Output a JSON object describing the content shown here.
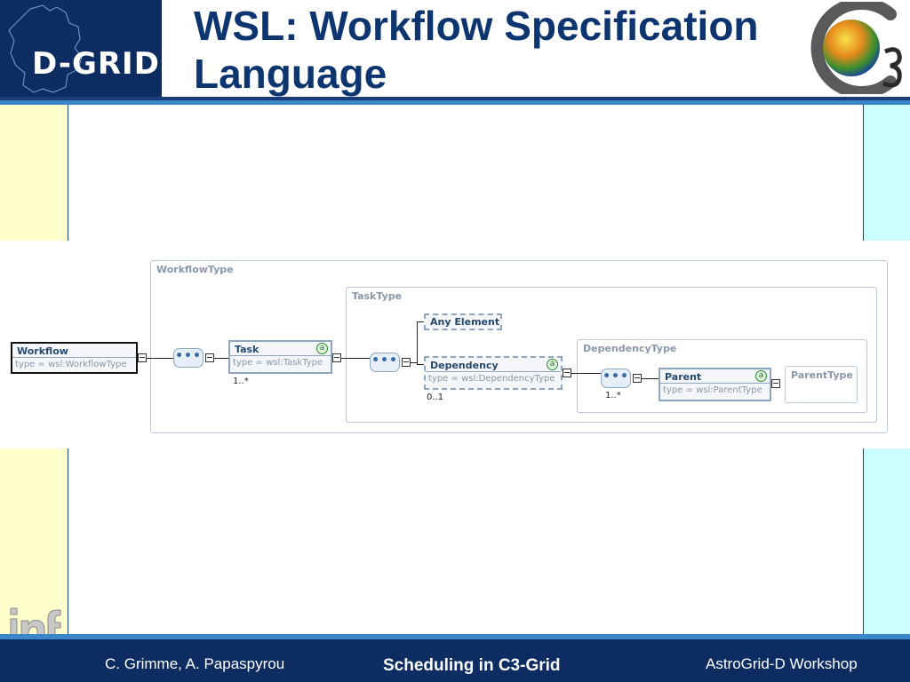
{
  "slide": {
    "title": "WSL: Workflow Specification Language",
    "logo_left_text": "D-GRID"
  },
  "diagram": {
    "groups": {
      "workflow_type": "WorkflowType",
      "task_type": "TaskType",
      "dependency_type": "DependencyType",
      "parent_type": "ParentType"
    },
    "elements": {
      "workflow": {
        "name": "Workflow",
        "type": "type = wsl:WorkflowType"
      },
      "task": {
        "name": "Task",
        "type": "type = wsl:TaskType",
        "multiplicity": "1..*"
      },
      "any_element": {
        "name": "Any Element"
      },
      "dependency": {
        "name": "Dependency",
        "type": "type = wsl:DependencyType",
        "multiplicity": "0..1"
      },
      "parent": {
        "name": "Parent",
        "type": "type = wsl:ParentType",
        "multiplicity": "1..*"
      }
    },
    "attribute_marker": "a",
    "sequence_marker": "•••"
  },
  "footer": {
    "authors": "C. Grimme, A. Papaspyrou",
    "topic": "Scheduling in C3-Grid",
    "event": "AstroGrid-D Workshop"
  },
  "colors": {
    "navy": "#0d2c61",
    "title_blue": "#0d3570",
    "accent_blue": "#3a86c8",
    "left_panel": "#ffffcc",
    "right_panel": "#ccffff"
  }
}
